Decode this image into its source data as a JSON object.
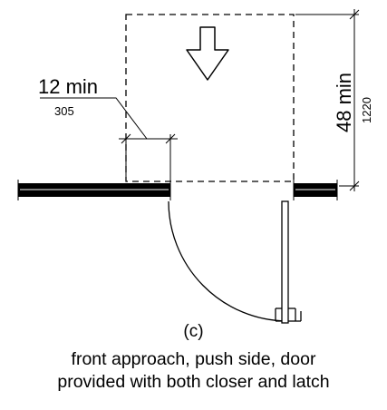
{
  "dimensions": {
    "side": {
      "value": "12 min",
      "metric": "305"
    },
    "depth": {
      "value": "48 min",
      "metric": "1220"
    }
  },
  "caption": {
    "label": "(c)",
    "line1": "front approach, push side, door",
    "line2": "provided with both closer and latch"
  }
}
